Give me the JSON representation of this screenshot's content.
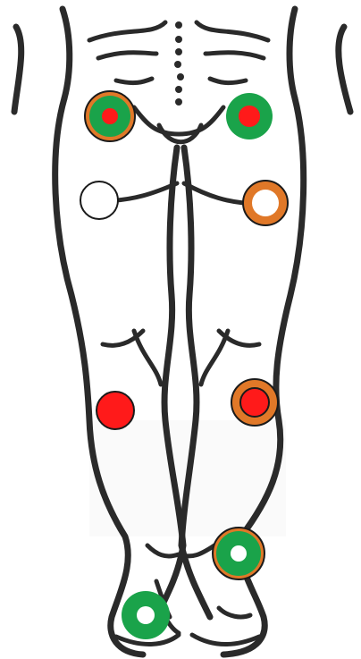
{
  "colors": {
    "outline": "#2a2a2a",
    "red": "#ff1a1a",
    "green": "#1aa34a",
    "orange": "#e07828",
    "white": "#ffffff"
  },
  "markers": [
    {
      "name": "left-hip-marker",
      "ring": "orange",
      "fill": "green",
      "center": "red"
    },
    {
      "name": "right-hip-marker",
      "ring": "none",
      "fill": "green",
      "center": "red"
    },
    {
      "name": "left-knee-marker",
      "ring": "none",
      "fill": "white",
      "center": "none"
    },
    {
      "name": "right-knee-marker",
      "ring": "orange",
      "fill": "white",
      "center": "none"
    },
    {
      "name": "left-calf-marker",
      "ring": "none",
      "fill": "red",
      "center": "none"
    },
    {
      "name": "right-calf-marker",
      "ring": "orange",
      "fill": "red",
      "center": "none"
    },
    {
      "name": "right-ankle-marker",
      "ring": "orange",
      "fill": "green",
      "center": "white"
    },
    {
      "name": "left-foot-marker",
      "ring": "none",
      "fill": "green",
      "center": "white"
    }
  ]
}
